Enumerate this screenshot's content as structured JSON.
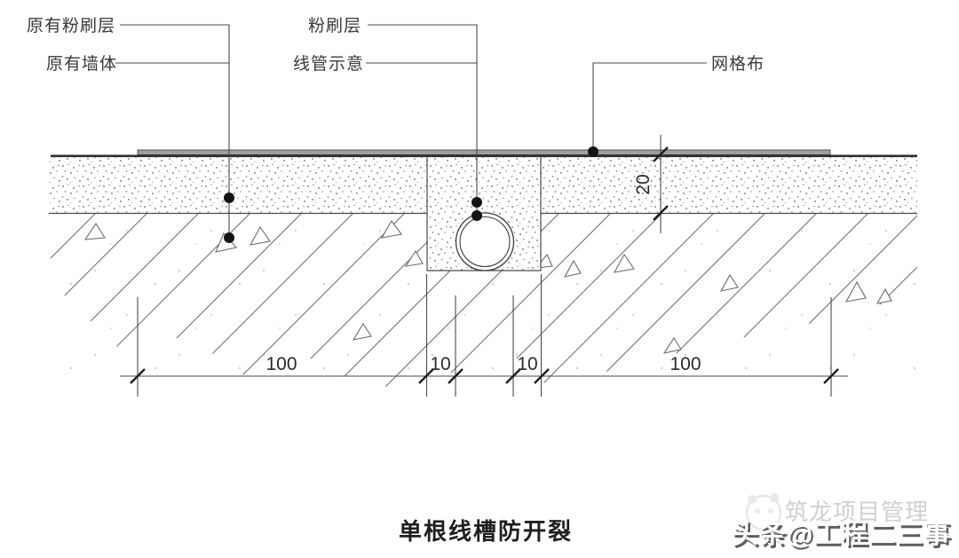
{
  "diagram": {
    "labels": {
      "original_plaster": "原有粉刷层",
      "original_wall": "原有墙体",
      "plaster": "粉刷层",
      "conduit": "线管示意",
      "mesh_cloth": "网格布"
    },
    "dimensions": {
      "left_width": "100",
      "left_gap": "10",
      "right_gap": "10",
      "right_width": "100",
      "plaster_depth": "20"
    },
    "title": "单根线槽防开裂",
    "watermark": {
      "brand": "头条@工程二三事",
      "faint": "筑龙项目管理"
    },
    "colors": {
      "background": "#ffffff",
      "line": "#4a4a4a",
      "dark_line": "#2d2d2d",
      "mesh_fill": "#9aa0a3",
      "dot": "#141414",
      "stipple": "#8a8a8a",
      "label_text": "#3a3a3a",
      "title_text": "#1f1f1f",
      "watermark_gray": "#cbcbcb",
      "watermark_shadow": "#5f5f5f"
    }
  }
}
